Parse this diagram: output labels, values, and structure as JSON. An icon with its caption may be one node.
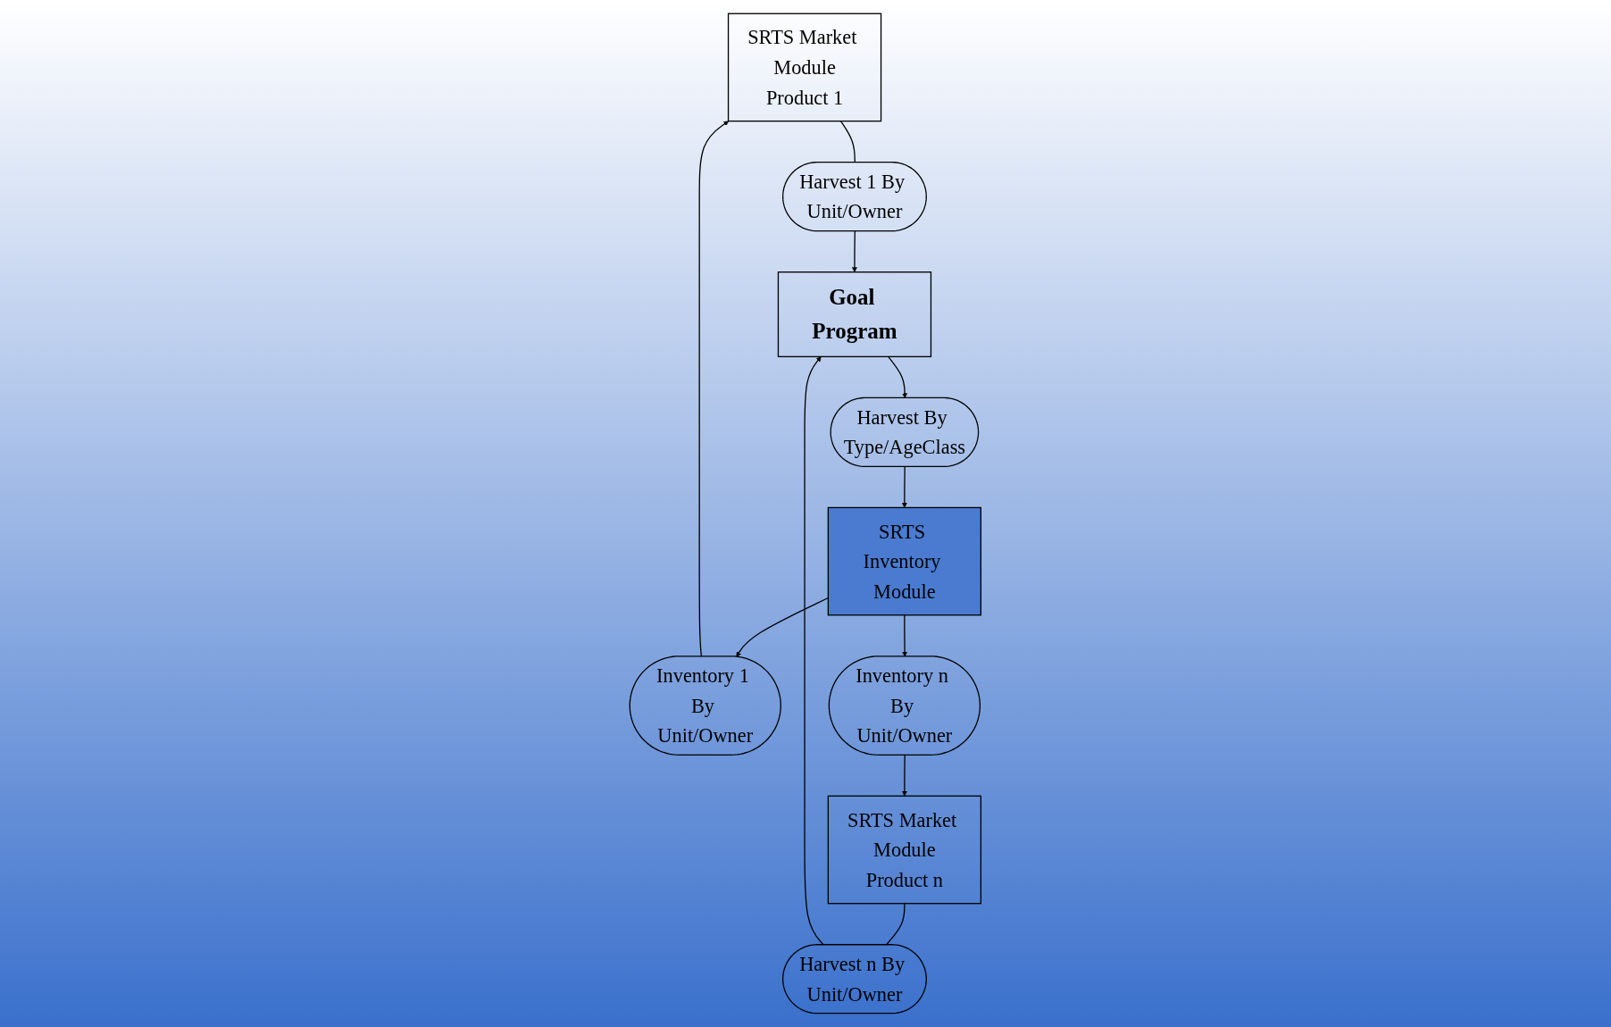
{
  "diagram": {
    "nodes": [
      {
        "text": [
          "SRTS Market Module",
          "Product 1"
        ]
      },
      {
        "text": [
          "SRTS Market Module",
          "Product n"
        ]
      },
      {
        "text": [
          "Harvest 1 By Unit/Owner"
        ]
      },
      {
        "text": [
          "Harvest n By Unit/Owner"
        ]
      },
      {
        "text": [
          "Goal Program"
        ]
      },
      {
        "text": [
          "Harvest By Type/AgeClass"
        ]
      },
      {
        "text": [
          "Inventory 1 By Unit/Owner"
        ]
      },
      {
        "text": [
          "Inventory n By Unit/Owner"
        ]
      },
      {
        "text": [
          "SRTS Inventory Module"
        ]
      }
    ],
    "edges": [
      {
        "from": 0,
        "to": 2,
        "arrow": "none"
      },
      {
        "from": 1,
        "to": 3,
        "arrow": "none"
      },
      {
        "from": 2,
        "to": 4,
        "arrow": "to"
      },
      {
        "from": 3,
        "to": 4,
        "arrow": "to"
      },
      {
        "from": 4,
        "to": 5,
        "arrow": "to"
      },
      {
        "from": 5,
        "to": 8,
        "arrow": "to"
      },
      {
        "from": 6,
        "to": 0,
        "arrow": "to"
      },
      {
        "from": 7,
        "to": 1,
        "arrow": "to"
      },
      {
        "from": 8,
        "to": 6,
        "arrow": "to"
      },
      {
        "from": 8,
        "to": 7,
        "arrow": "to"
      }
    ]
  }
}
